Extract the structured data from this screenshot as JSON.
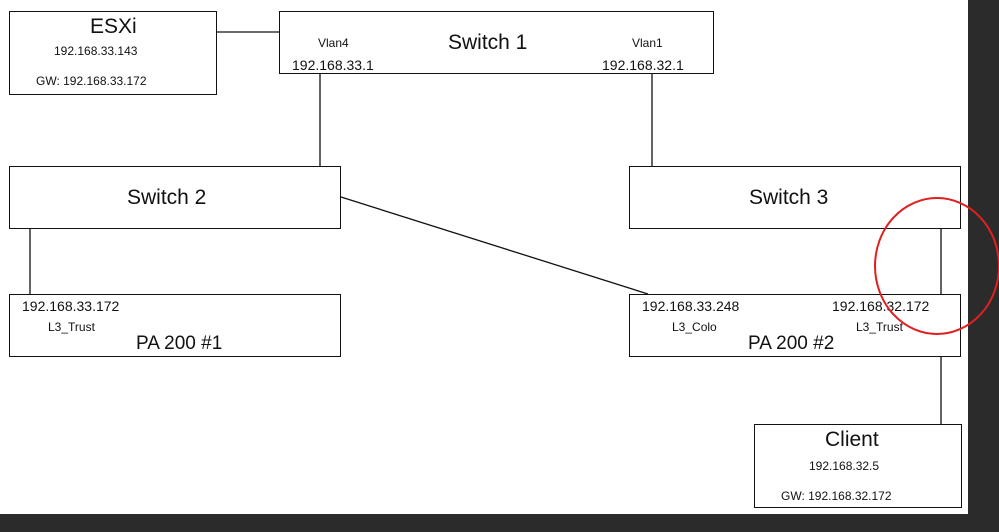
{
  "esxi": {
    "title": "ESXi",
    "ip": "192.168.33.143",
    "gw": "GW: 192.168.33.172"
  },
  "switch1": {
    "title": "Switch 1",
    "vlan4_label": "Vlan4",
    "vlan4_ip": "192.168.33.1",
    "vlan1_label": "Vlan1",
    "vlan1_ip": "192.168.32.1"
  },
  "switch2": {
    "title": "Switch 2"
  },
  "switch3": {
    "title": "Switch 3"
  },
  "pa200_1": {
    "ip": "192.168.33.172",
    "zone": "L3_Trust",
    "title": "PA 200 #1"
  },
  "pa200_2": {
    "ip_left": "192.168.33.248",
    "zone_left": "L3_Colo",
    "ip_right": "192.168.32.172",
    "zone_right": "L3_Trust",
    "title": "PA 200 #2"
  },
  "client": {
    "title": "Client",
    "ip": "192.168.32.5",
    "gw": "GW: 192.168.32.172"
  },
  "colors": {
    "line": "#111111",
    "highlight_circle": "#e02020",
    "background": "#2b2b2b"
  }
}
